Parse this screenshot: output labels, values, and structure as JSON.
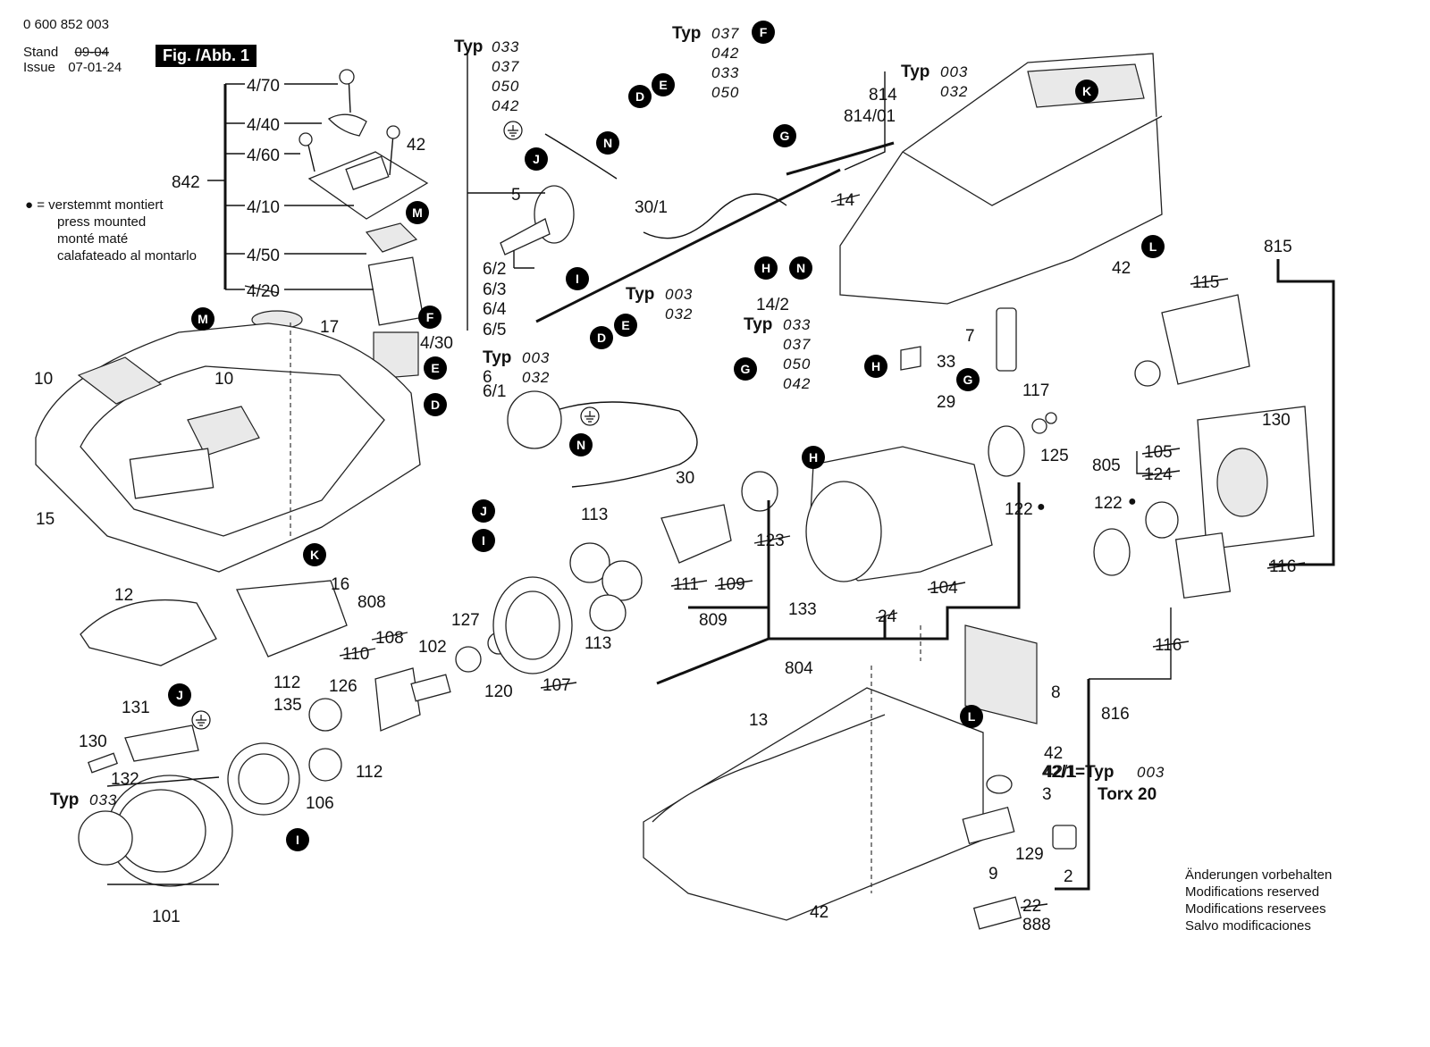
{
  "header": {
    "doc_number": "0 600 852 003",
    "stand_label": "Stand",
    "stand_value": "09-04",
    "issue_label": "Issue",
    "issue_value": "07-01-24",
    "figure_label": "Fig. /Abb. 1"
  },
  "legend": {
    "symbol": "●",
    "eq": "=",
    "lines": [
      "verstemmt montiert",
      "press mounted",
      "monté maté",
      "calafateado al montarlo"
    ]
  },
  "footer": {
    "lines": [
      "Änderungen vorbehalten",
      "Modifications reserved",
      "Modifications reservees",
      "Salvo modificaciones"
    ]
  },
  "typ_groups": [
    {
      "label": "Typ",
      "variants": [
        "033",
        "037",
        "050",
        "042"
      ]
    },
    {
      "label": "Typ",
      "variants": [
        "037",
        "042",
        "033",
        "050"
      ]
    },
    {
      "label": "Typ",
      "variants": [
        "003",
        "032"
      ]
    },
    {
      "label": "Typ",
      "variants": [
        "003",
        "032"
      ]
    },
    {
      "label": "Typ",
      "variants": [
        "033",
        "037",
        "050",
        "042"
      ]
    },
    {
      "label": "Typ",
      "variants": [
        "003",
        "032"
      ]
    },
    {
      "label": "Typ",
      "variants": [
        "033"
      ]
    },
    {
      "label": "42/1=Typ",
      "variants": [
        "003"
      ]
    }
  ],
  "torx": "Torx 20",
  "part_numbers": [
    "4/70",
    "4/40",
    "4/60",
    "42",
    "842",
    "4/10",
    "4/50",
    "4/20",
    "17",
    "4/30",
    "10",
    "10",
    "15",
    "16",
    "12",
    "808",
    "110",
    "108",
    "102",
    "127",
    "120",
    "107",
    "112",
    "126",
    "135",
    "112",
    "106",
    "131",
    "130",
    "132",
    "101",
    "5",
    "30/1",
    "6/2",
    "6/3",
    "6/4",
    "6/5",
    "6",
    "6/1",
    "30",
    "113",
    "113",
    "111",
    "109",
    "809",
    "123",
    "133",
    "104",
    "24",
    "804",
    "814",
    "814/01",
    "14",
    "42",
    "14/2",
    "7",
    "33",
    "29",
    "117",
    "125",
    "122",
    "122",
    "815",
    "115",
    "130",
    "805",
    "105",
    "124",
    "116",
    "116",
    "816",
    "8",
    "13",
    "42",
    "42/1",
    "3",
    "129",
    "2",
    "9",
    "22",
    "888",
    "42"
  ],
  "callouts": [
    "F",
    "E",
    "D",
    "G",
    "N",
    "J",
    "N",
    "I",
    "H",
    "K",
    "L",
    "M",
    "F",
    "E",
    "D",
    "M",
    "K",
    "E",
    "D",
    "G",
    "J",
    "N",
    "I",
    "H",
    "H",
    "G",
    "L",
    "J",
    "I"
  ]
}
